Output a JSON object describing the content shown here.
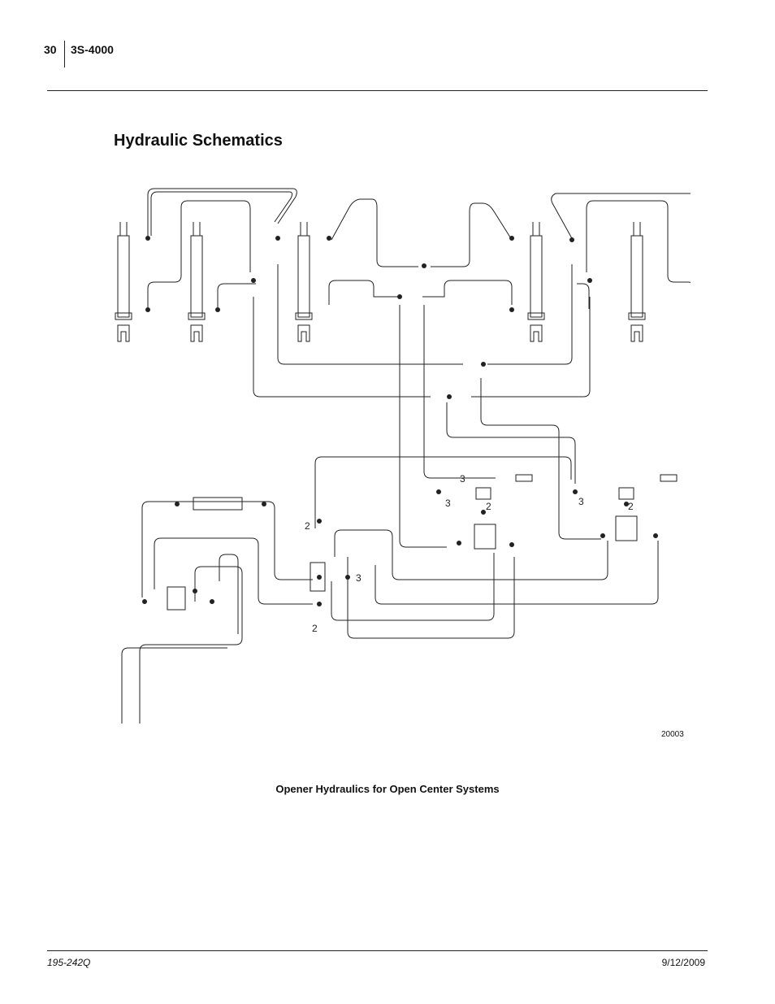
{
  "header": {
    "page_number": "30",
    "model": "3S-4000"
  },
  "section_title": "Hydraulic Schematics",
  "figure": {
    "number": "20003",
    "caption": "Opener Hydraulics for Open Center Systems",
    "port_labels": [
      "2",
      "3",
      "2",
      "3",
      "2",
      "3",
      "2",
      "3"
    ]
  },
  "footer": {
    "doc_number": "195-242Q",
    "date": "9/12/2009"
  }
}
